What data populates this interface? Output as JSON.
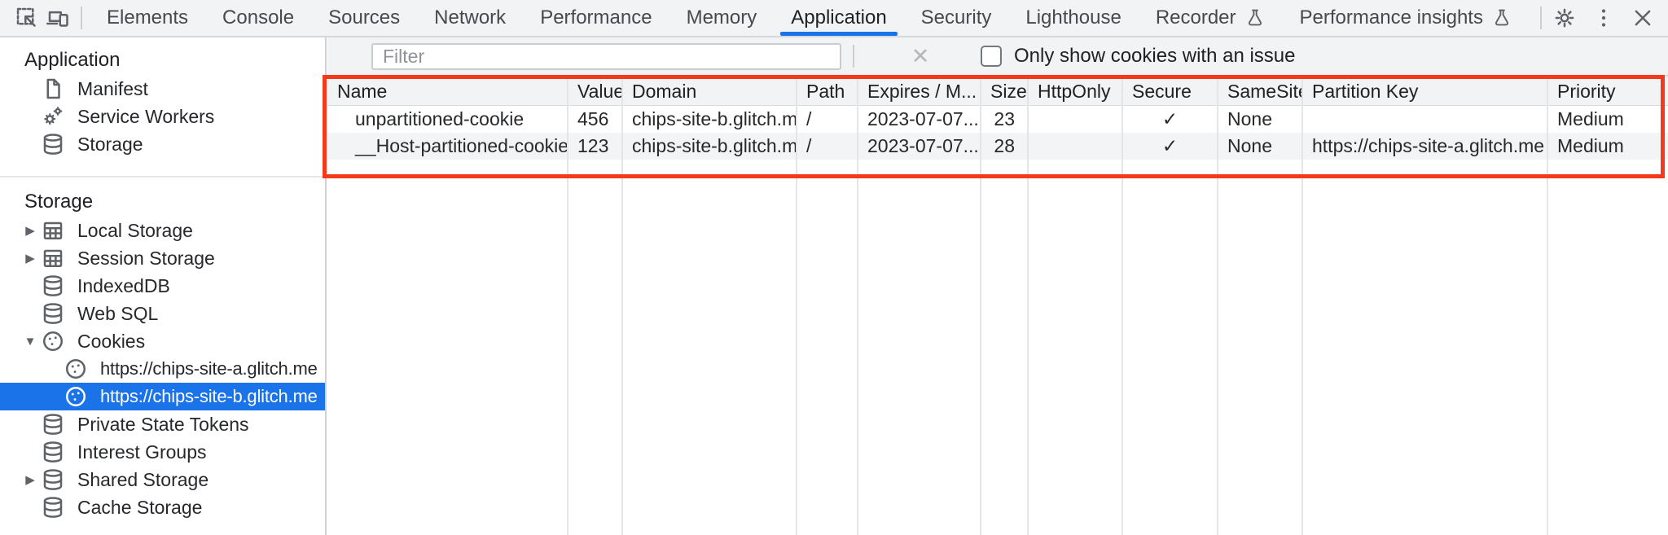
{
  "colors": {
    "accent": "#1a73e8",
    "selected_bg": "#1a73e8",
    "highlight_red": "#f43a1a"
  },
  "tab_bar": {
    "left_icons": [
      {
        "name": "inspect-element-icon"
      },
      {
        "name": "device-toolbar-icon"
      }
    ],
    "tabs": [
      {
        "label": "Elements"
      },
      {
        "label": "Console"
      },
      {
        "label": "Sources"
      },
      {
        "label": "Network"
      },
      {
        "label": "Performance"
      },
      {
        "label": "Memory"
      },
      {
        "label": "Application",
        "selected": true
      },
      {
        "label": "Security"
      },
      {
        "label": "Lighthouse"
      },
      {
        "label": "Recorder",
        "flask": true
      },
      {
        "label": "Performance insights",
        "flask": true
      }
    ],
    "right_icons": [
      {
        "name": "settings-gear-icon"
      },
      {
        "name": "more-options-icon"
      },
      {
        "name": "close-devtools-icon"
      }
    ]
  },
  "sidebar": {
    "sections": [
      {
        "title": "Application",
        "items": [
          {
            "label": "Manifest",
            "icon": "document-icon"
          },
          {
            "label": "Service Workers",
            "icon": "service-workers-icon"
          },
          {
            "label": "Storage",
            "icon": "database-icon"
          }
        ]
      },
      {
        "title": "Storage",
        "items": [
          {
            "label": "Local Storage",
            "icon": "table-icon",
            "arrow": "right"
          },
          {
            "label": "Session Storage",
            "icon": "table-icon",
            "arrow": "right"
          },
          {
            "label": "IndexedDB",
            "icon": "database-icon"
          },
          {
            "label": "Web SQL",
            "icon": "database-icon"
          },
          {
            "label": "Cookies",
            "icon": "cookie-icon",
            "arrow": "down"
          },
          {
            "label": "https://chips-site-a.glitch.me",
            "icon": "cookie-icon",
            "level": 2
          },
          {
            "label": "https://chips-site-b.glitch.me",
            "icon": "cookie-icon",
            "level": 2,
            "selected": true
          },
          {
            "label": "Private State Tokens",
            "icon": "database-icon"
          },
          {
            "label": "Interest Groups",
            "icon": "database-icon"
          },
          {
            "label": "Shared Storage",
            "icon": "database-icon",
            "arrow": "right"
          },
          {
            "label": "Cache Storage",
            "icon": "database-icon"
          }
        ]
      }
    ]
  },
  "toolbar": {
    "filter_placeholder": "Filter",
    "checkbox_label": "Only show cookies with an issue",
    "checkbox_checked": false
  },
  "cookie_table": {
    "columns": [
      {
        "key": "name",
        "label": "Name"
      },
      {
        "key": "value",
        "label": "Value"
      },
      {
        "key": "domain",
        "label": "Domain"
      },
      {
        "key": "path",
        "label": "Path"
      },
      {
        "key": "expires",
        "label": "Expires / M..."
      },
      {
        "key": "size",
        "label": "Size"
      },
      {
        "key": "http_only",
        "label": "HttpOnly"
      },
      {
        "key": "secure",
        "label": "Secure"
      },
      {
        "key": "same_site",
        "label": "SameSite"
      },
      {
        "key": "partition_key",
        "label": "Partition Key"
      },
      {
        "key": "priority",
        "label": "Priority"
      }
    ],
    "rows": [
      {
        "name": "unpartitioned-cookie",
        "value": "456",
        "domain": "chips-site-b.glitch.me",
        "path": "/",
        "expires": "2023-07-07...",
        "size": "23",
        "http_only": "",
        "secure": "✓",
        "same_site": "None",
        "partition_key": "",
        "priority": "Medium"
      },
      {
        "name": "__Host-partitioned-cookie",
        "value": "123",
        "domain": "chips-site-b.glitch.me",
        "path": "/",
        "expires": "2023-07-07...",
        "size": "28",
        "http_only": "",
        "secure": "✓",
        "same_site": "None",
        "partition_key": "https://chips-site-a.glitch.me",
        "priority": "Medium"
      }
    ]
  }
}
